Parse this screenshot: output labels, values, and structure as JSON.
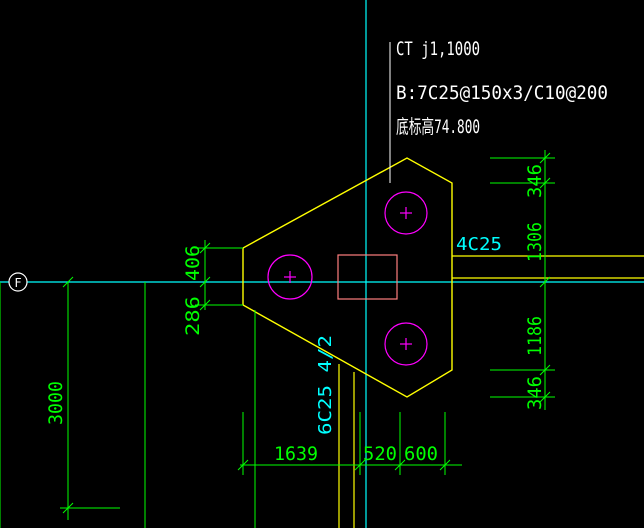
{
  "annotation": {
    "line1": "CT j1,1000",
    "line2": "B:7C25@150x3/C10@200",
    "line3": "底标高74.800"
  },
  "rebar_labels": {
    "horizontal_beam": "4C25",
    "vertical_beam": "6C25 4/2"
  },
  "axis_label": "F",
  "dimensions": {
    "left_upper": "406",
    "left_lower": "286",
    "left_tall": "3000",
    "bottom_a": "1639",
    "bottom_b": "520",
    "bottom_c": "600",
    "right_a": "346",
    "right_b": "1306",
    "right_c": "1186",
    "right_d": "346"
  },
  "colors": {
    "background": "#000000",
    "outline": "#ffff00",
    "dimension": "#00ff00",
    "axis": "#00ffff",
    "pile": "#ff00ff",
    "column": "#ff7f7f",
    "annotation": "#ffffff",
    "rebar_text": "#00ffff"
  }
}
